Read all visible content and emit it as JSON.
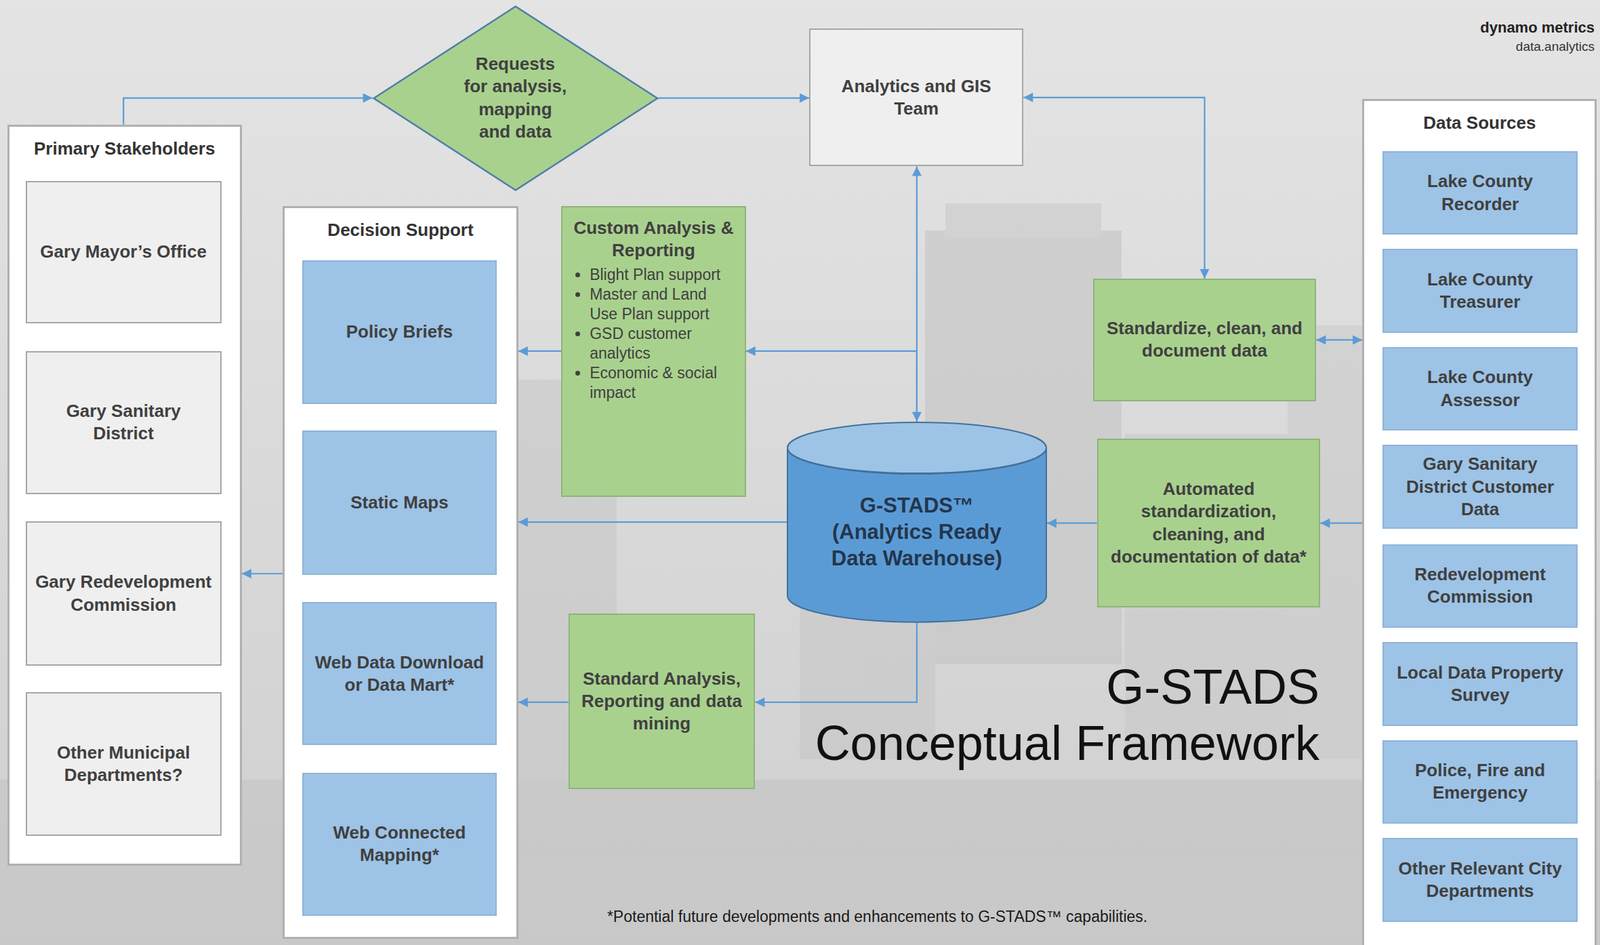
{
  "diagram": {
    "title": "G-STADS Conceptual Framework",
    "caption": "*Potential future developments and enhancements to G-STADS™ capabilities.",
    "nodes": [
      {
        "text": [
          "Primary Stakeholders"
        ]
      },
      {
        "text": [
          "Gary Mayor’s Office"
        ],
        "in": 0
      },
      {
        "text": [
          "Gary Sanitary District"
        ],
        "in": 0
      },
      {
        "text": [
          "Gary Redevelopment Commission"
        ],
        "in": 0
      },
      {
        "text": [
          "Other Municipal Departments?"
        ],
        "in": 0
      },
      {
        "text": [
          "Requests for analysis, mapping and data"
        ]
      },
      {
        "text": [
          "Analytics and GIS Team"
        ]
      },
      {
        "text": [
          "Decision Support"
        ]
      },
      {
        "text": [
          "Policy Briefs"
        ],
        "in": 7
      },
      {
        "text": [
          "Static Maps"
        ],
        "in": 7
      },
      {
        "text": [
          "Web Data Download or Data Mart*"
        ],
        "in": 7
      },
      {
        "text": [
          "Web Connected Mapping*"
        ],
        "in": 7
      },
      {
        "text": [
          "Custom Analysis & Reporting",
          "Blight Plan support",
          "Master and Land Use Plan support",
          "GSD customer analytics",
          "Economic & social impact"
        ]
      },
      {
        "text": [
          "Standardize, clean, and document data"
        ]
      },
      {
        "text": [
          "G-STADS™ (Analytics Ready Data Warehouse)"
        ]
      },
      {
        "text": [
          "Automated standardization, cleaning, and documentation of data*"
        ]
      },
      {
        "text": [
          "Standard Analysis, Reporting and data mining"
        ]
      },
      {
        "text": [
          "Data Sources"
        ]
      },
      {
        "text": [
          "Lake County Recorder"
        ],
        "in": 17
      },
      {
        "text": [
          "Lake County Treasurer"
        ],
        "in": 17
      },
      {
        "text": [
          "Lake County Assessor"
        ],
        "in": 17
      },
      {
        "text": [
          "Gary Sanitary District Customer Data"
        ],
        "in": 17
      },
      {
        "text": [
          "Redevelopment Commission"
        ],
        "in": 17
      },
      {
        "text": [
          "Local Data Property Survey"
        ],
        "in": 17
      },
      {
        "text": [
          "Police, Fire and Emergency"
        ],
        "in": 17
      },
      {
        "text": [
          "Other Relevant City Departments"
        ],
        "in": 17
      }
    ],
    "edges": [
      {
        "from": 0,
        "to": 5,
        "arrow": "to"
      },
      {
        "from": 5,
        "to": 6,
        "arrow": "to"
      },
      {
        "from": 6,
        "to": 13,
        "arrow": "both"
      },
      {
        "from": 6,
        "to": 14,
        "arrow": "both"
      },
      {
        "from": 14,
        "to": 12,
        "arrow": "to"
      },
      {
        "from": 12,
        "to": 7,
        "arrow": "to"
      },
      {
        "from": 14,
        "to": 7,
        "arrow": "to"
      },
      {
        "from": 14,
        "to": 16,
        "arrow": "to"
      },
      {
        "from": 16,
        "to": 7,
        "arrow": "to"
      },
      {
        "from": 7,
        "to": 0,
        "arrow": "to"
      },
      {
        "from": 13,
        "to": 17,
        "arrow": "both"
      },
      {
        "from": 17,
        "to": 15,
        "arrow": "to"
      },
      {
        "from": 15,
        "to": 14,
        "arrow": "to"
      }
    ],
    "labels": [
      "dynamo metrics",
      "data.analytics"
    ]
  }
}
